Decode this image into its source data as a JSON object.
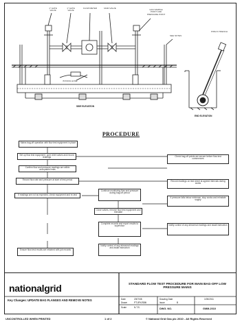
{
  "drawing": {
    "elevation_caption": "SIDE ELEVATION",
    "section_caption": "END ELEVATION",
    "top_notes": [
      "1\" GATE VALVE",
      "1\" GATE VALVE",
      "FLOW METER",
      "MAIN VALVE",
      "GAS SAMPLE POINT AND PRESSURE POINT"
    ],
    "side_note": "SEE NOTES",
    "mid_note": "BYPASS HOSE",
    "trench_note": "PIPE IN TRENCH"
  },
  "procedure": {
    "title": "PROCEDURE",
    "steps": [
      "Mains bag-off operation with flow test equipment in place",
      "Set up flow test equipment, open inlet valves and record readings",
      "Confirm flow and pressure readings are within acceptable limits",
      "Record flow rate and pressure at start of test period",
      "If readings are not as expected, check equipment and re-test",
      "Continue monitoring flow and pressure during bag-off period",
      "Close valves, remove flow test equipment and reinstate",
      "Complete records and report results to supervisor"
    ],
    "side_notes": [
      "Check bag-off points are secure before flow test commences",
      "Record readings on test sheet at agreed intervals during works",
      "If pressure falls below minimum, stop works and reinstate supply",
      "Notify control of any abnormal readings and await instruction",
      "Ensure flow test results are retained with job records"
    ]
  },
  "title_block": {
    "logo": "nationalgrid",
    "key_change": "Key Changes: UPDATE BAG FLANGES AND REMOVE NOTES",
    "drawing_title": "STANDARD FLOW TEST PROCEDURE FOR MAIN BAG-OFF LOW PRESSURE MAINS",
    "fields": [
      {
        "label": "Date",
        "value": "2007/08"
      },
      {
        "label": "Drawn",
        "value": "PT/JFK/SBM"
      },
      {
        "label": "Scale",
        "value": "N.T.S."
      },
      {
        "label": "Drawing Date",
        "value": "1/05/2011"
      },
      {
        "label": "Issue",
        "value": "B"
      },
      {
        "label": "DWG. NO.",
        "value": "GMM-2010"
      }
    ]
  },
  "footer": {
    "left": "UNCONTROLLED WHEN PRINTED",
    "center": "1 of 2",
    "right": "© National Grid Gas plc 2010 - All Rights Reserved"
  }
}
